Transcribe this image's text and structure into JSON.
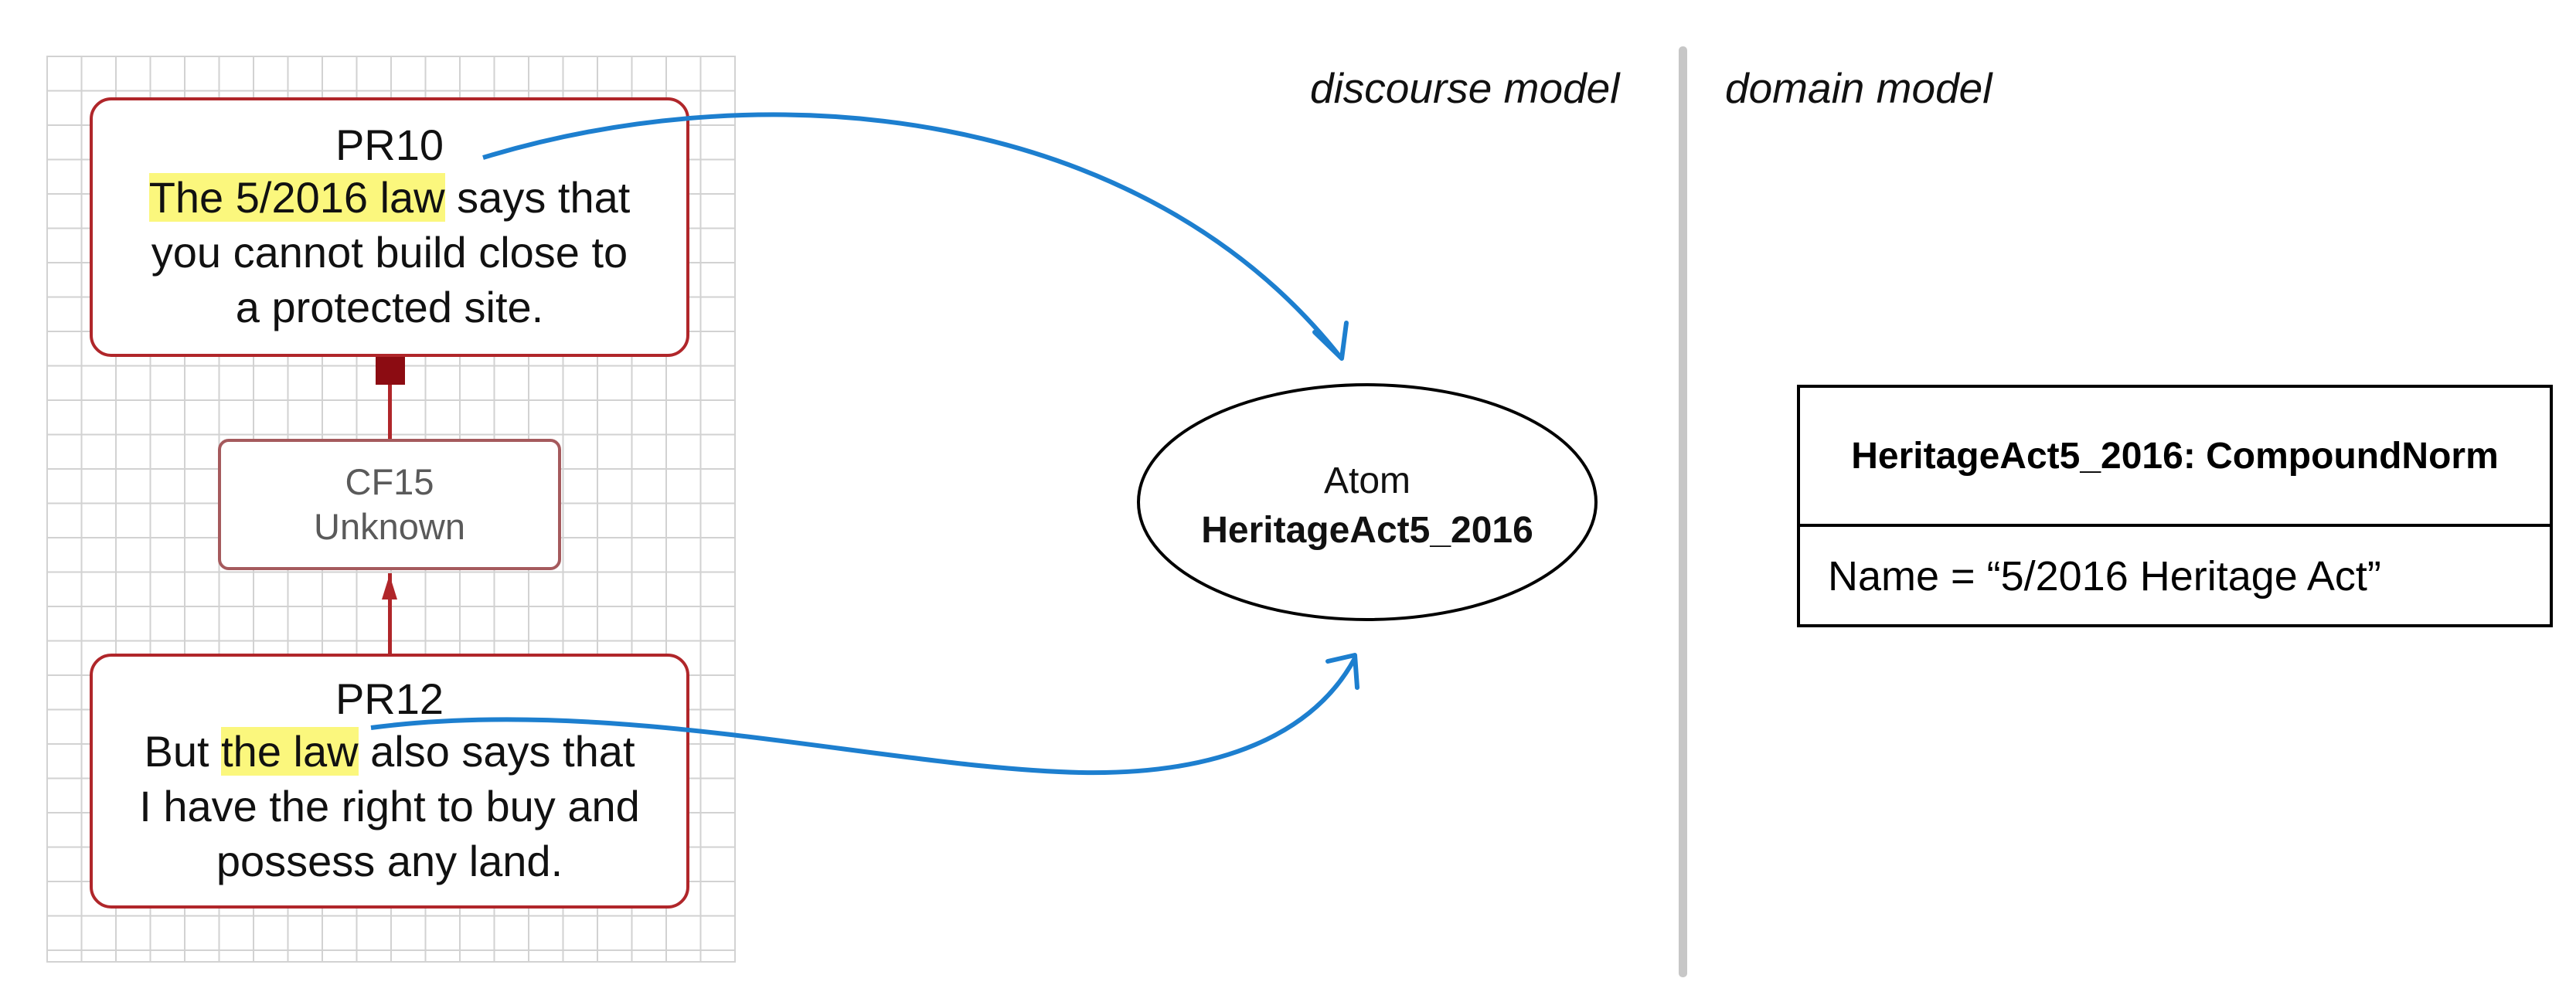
{
  "labels": {
    "discourse_model": "discourse model",
    "domain_model": "domain model"
  },
  "pr10": {
    "title": "PR10",
    "highlight": "The 5/2016 law",
    "line1_rest": " says that",
    "line2": "you cannot build close to",
    "line3": "a protected site."
  },
  "cf15": {
    "title": "CF15",
    "status": "Unknown"
  },
  "pr12": {
    "title": "PR12",
    "line1_pre": "But ",
    "highlight": "the law",
    "line1_rest": " also says that",
    "line2": "I have the right to buy and",
    "line3": "possess any land."
  },
  "atom": {
    "type": "Atom",
    "name": "HeritageAct5_2016"
  },
  "uml": {
    "class_header": "HeritageAct5_2016: CompoundNorm",
    "attribute": "Name = “5/2016 Heritage Act”"
  },
  "colors": {
    "node_border": "#b0262a",
    "highlight": "#fbf77d",
    "arrow": "#1d7fcf",
    "divider": "#c7c7c7"
  }
}
